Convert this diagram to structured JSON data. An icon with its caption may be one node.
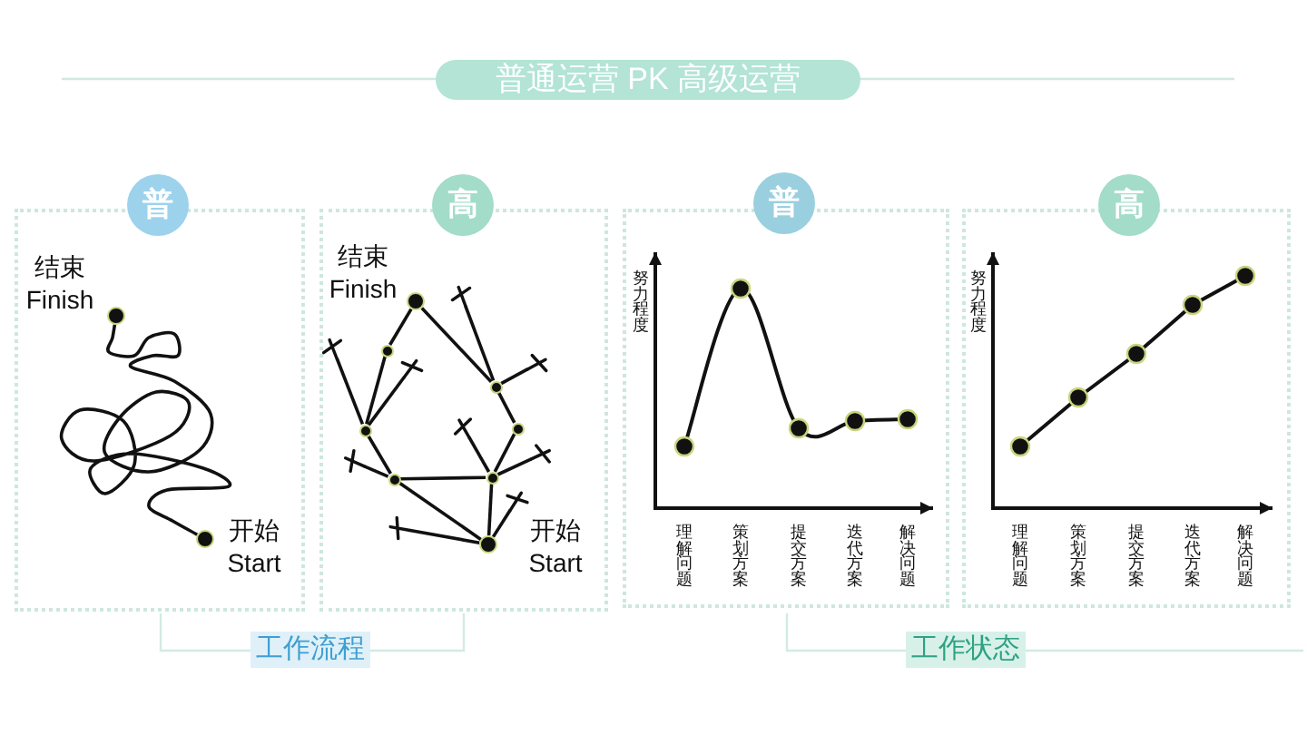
{
  "diagram": {
    "title": "普通运营 PK 高级运营",
    "nodes": [
      {
        "text": [
          "普"
        ]
      },
      {
        "text": [],
        "shape": "circle",
        "in": 0,
        "beside": [
          "结束",
          "Finish"
        ]
      },
      {
        "text": [],
        "shape": "circle",
        "in": 0,
        "beside": [
          "开始",
          "Start"
        ]
      },
      {
        "text": [
          "高"
        ]
      },
      {
        "text": [],
        "shape": "circle",
        "in": 3,
        "beside": [
          "结束",
          "Finish"
        ]
      },
      {
        "text": [],
        "shape": "circle",
        "in": 3
      },
      {
        "text": [],
        "shape": "circle",
        "in": 3
      },
      {
        "text": [],
        "shape": "circle",
        "in": 3
      },
      {
        "text": [],
        "shape": "circle",
        "in": 3
      },
      {
        "text": [],
        "shape": "circle",
        "in": 3
      },
      {
        "text": [],
        "shape": "circle",
        "in": 3
      },
      {
        "text": [],
        "shape": "circle",
        "in": 3,
        "beside": [
          "开始",
          "Start"
        ]
      },
      {
        "text": [],
        "shape": "cross",
        "in": 3
      },
      {
        "text": [],
        "shape": "cross",
        "in": 3
      },
      {
        "text": [],
        "shape": "cross",
        "in": 3
      },
      {
        "text": [],
        "shape": "cross",
        "in": 3
      },
      {
        "text": [],
        "shape": "cross",
        "in": 3
      },
      {
        "text": [],
        "shape": "cross",
        "in": 3
      },
      {
        "text": [],
        "shape": "cross",
        "in": 3
      },
      {
        "text": [],
        "shape": "cross",
        "in": 3
      },
      {
        "text": [],
        "shape": "cross",
        "in": 3
      },
      {
        "text": [
          "普"
        ]
      },
      {
        "text": [
          "高"
        ]
      },
      {
        "text": [
          "工作流程"
        ]
      },
      {
        "text": [
          "工作状态"
        ]
      }
    ],
    "edges": [
      {
        "from": 2,
        "to": 1,
        "arrow": "none"
      },
      {
        "from": 4,
        "to": 5,
        "arrow": "none"
      },
      {
        "from": 4,
        "to": 6,
        "arrow": "none"
      },
      {
        "from": 5,
        "to": 7,
        "arrow": "none"
      },
      {
        "from": 7,
        "to": 9,
        "arrow": "none"
      },
      {
        "from": 9,
        "to": 10,
        "arrow": "none"
      },
      {
        "from": 9,
        "to": 11,
        "arrow": "none"
      },
      {
        "from": 10,
        "to": 11,
        "arrow": "none"
      },
      {
        "from": 6,
        "to": 8,
        "arrow": "none"
      },
      {
        "from": 8,
        "to": 10,
        "arrow": "none"
      },
      {
        "from": 7,
        "to": 12,
        "arrow": "none"
      },
      {
        "from": 7,
        "to": 13,
        "arrow": "none"
      },
      {
        "from": 6,
        "to": 14,
        "arrow": "none"
      },
      {
        "from": 6,
        "to": 15,
        "arrow": "none"
      },
      {
        "from": 10,
        "to": 16,
        "arrow": "none"
      },
      {
        "from": 10,
        "to": 17,
        "arrow": "none"
      },
      {
        "from": 9,
        "to": 18,
        "arrow": "none"
      },
      {
        "from": 11,
        "to": 19,
        "arrow": "none"
      },
      {
        "from": 11,
        "to": 20,
        "arrow": "none"
      }
    ],
    "labels": [
      "努力程度",
      "理解问题",
      "策划方案",
      "提交方案",
      "迭代方案",
      "解决问题",
      "努力程度",
      "理解问题",
      "策划方案",
      "提交方案",
      "迭代方案",
      "解决问题"
    ]
  }
}
